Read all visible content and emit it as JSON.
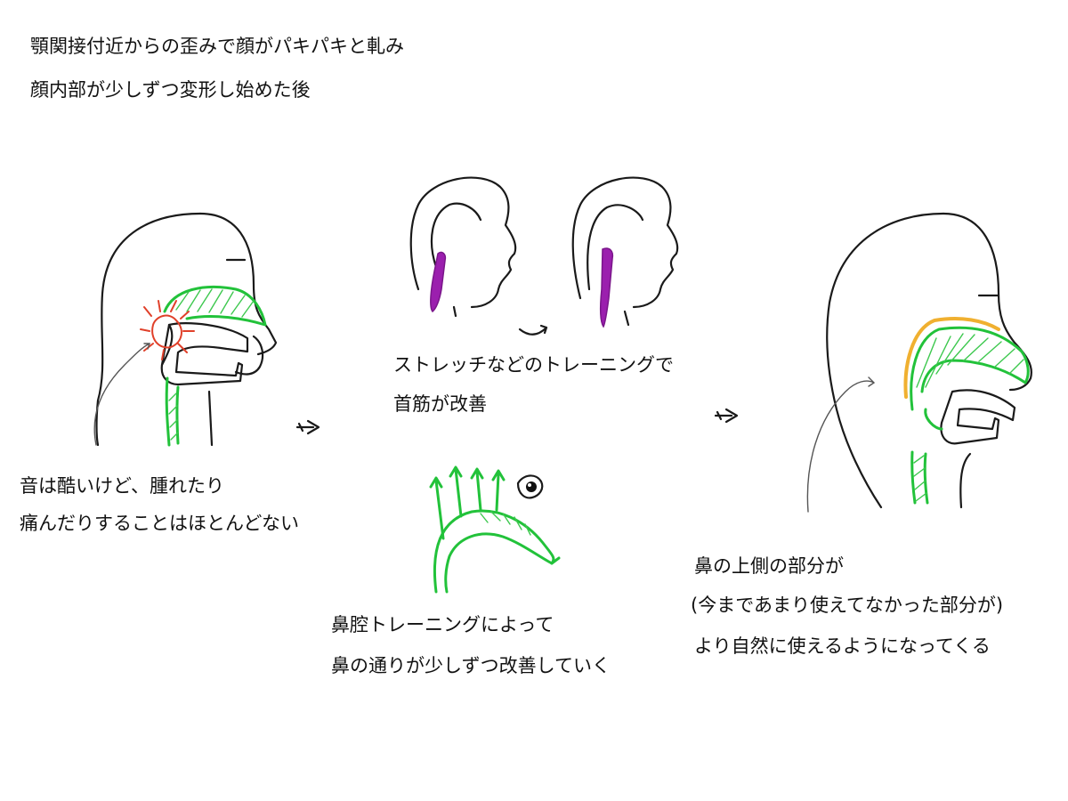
{
  "header": {
    "line1": "顎関接付近からの歪みで顔がパキパキと軋み",
    "line2": "顔内部が少しずつ変形し始めた後"
  },
  "left_panel": {
    "line1": "音は酷いけど、腫れたり",
    "line2": "痛んだりすることはほとんどない"
  },
  "middle_top": {
    "line1": "ストレッチなどのトレーニングで",
    "line2": "首筋が改善"
  },
  "middle_bottom": {
    "line1": "鼻腔トレーニングによって",
    "line2": "鼻の通りが少しずつ改善していく"
  },
  "right_panel": {
    "line1": "鼻の上側の部分が",
    "line2": "(今まであまり使えてなかった部分が)",
    "line3": "より自然に使えるようになってくる"
  },
  "colors": {
    "outline": "#1a1a1a",
    "airway_green": "#22c23a",
    "neck_purple": "#9b1fae",
    "pain_red": "#e0402a",
    "nasal_orange": "#f0b030"
  },
  "icons": [
    "sparkle-pain-icon",
    "arrow-right-icon",
    "eye-icon",
    "flow-arrow-icon"
  ]
}
